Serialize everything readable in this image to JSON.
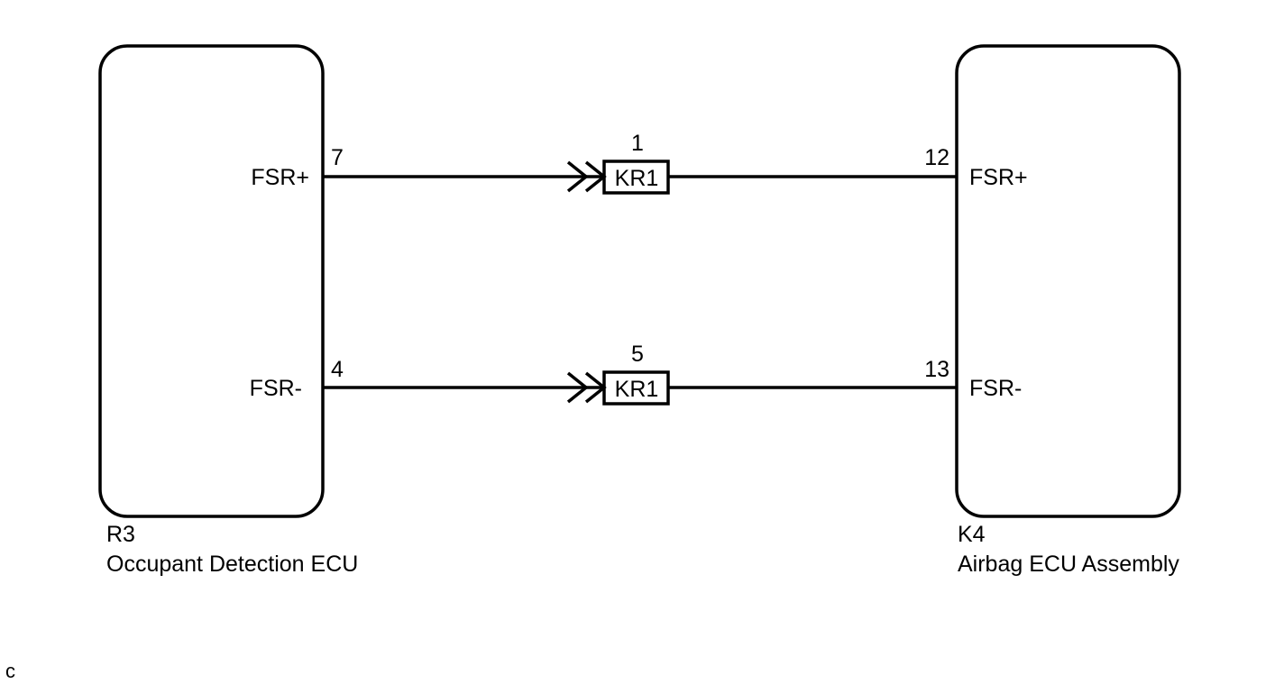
{
  "left_component": {
    "code": "R3",
    "name": "Occupant Detection ECU",
    "signals": [
      {
        "label": "FSR+",
        "pin": "7"
      },
      {
        "label": "FSR-",
        "pin": "4"
      }
    ]
  },
  "right_component": {
    "code": "K4",
    "name": "Airbag ECU Assembly",
    "signals": [
      {
        "label": "FSR+",
        "pin": "12"
      },
      {
        "label": "FSR-",
        "pin": "13"
      }
    ]
  },
  "connectors": [
    {
      "pin": "1",
      "label": "KR1"
    },
    {
      "pin": "5",
      "label": "KR1"
    }
  ],
  "footer": {
    "code": "c"
  }
}
